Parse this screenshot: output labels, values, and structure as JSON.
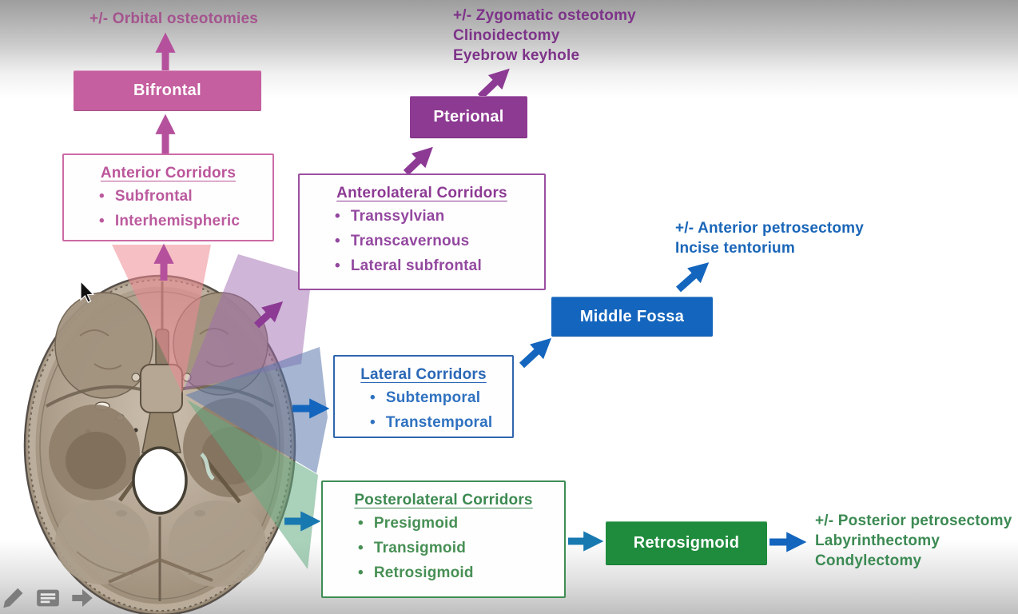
{
  "slide": {
    "description": "Skull base surgical corridors flowchart over an axial skull-base illustration"
  },
  "branches": [
    {
      "id": "anterior",
      "accent_color": "#c55f9f",
      "notes": [
        "+/- Orbital osteotomies"
      ],
      "approach": "Bifrontal",
      "corridors": {
        "title": "Anterior Corridors",
        "items": [
          "Subfrontal",
          "Interhemispheric"
        ]
      }
    },
    {
      "id": "anterolateral",
      "accent_color": "#8d3a92",
      "notes": [
        "+/- Zygomatic osteotomy",
        "Clinoidectomy",
        "Eyebrow keyhole"
      ],
      "approach": "Pterional",
      "corridors": {
        "title": "Anterolateral Corridors",
        "items": [
          "Transsylvian",
          "Transcavernous",
          "Lateral subfrontal"
        ]
      }
    },
    {
      "id": "lateral",
      "accent_color": "#1465bd",
      "notes": [
        "+/- Anterior petrosectomy",
        "Incise tentorium"
      ],
      "approach": "Middle Fossa",
      "corridors": {
        "title": "Lateral Corridors",
        "items": [
          "Subtemporal",
          "Transtemporal"
        ]
      }
    },
    {
      "id": "posterolateral",
      "accent_color": "#1f8c3d",
      "notes": [
        "+/- Posterior petrosectomy",
        "Labyrinthectomy",
        "Condylectomy"
      ],
      "approach": "Retrosigmoid",
      "corridors": {
        "title": "Posterolateral Corridors",
        "items": [
          "Presigmoid",
          "Transigmoid",
          "Retrosigmoid"
        ]
      }
    }
  ],
  "illustration": {
    "subject": "skull-base-axial-view",
    "overlay_colors": {
      "anterior": "#ee8a93",
      "anterolateral": "#9f6cb0",
      "lateral": "#5b79ad",
      "posterolateral": "#64ab82"
    }
  },
  "arrows": {
    "magenta": "#b5519c",
    "purple": "#8c3a94",
    "blue": "#1465bd",
    "teal": "#1878b0"
  },
  "toolbar": {
    "icons": [
      "pencil",
      "annotations",
      "next-slide"
    ]
  }
}
